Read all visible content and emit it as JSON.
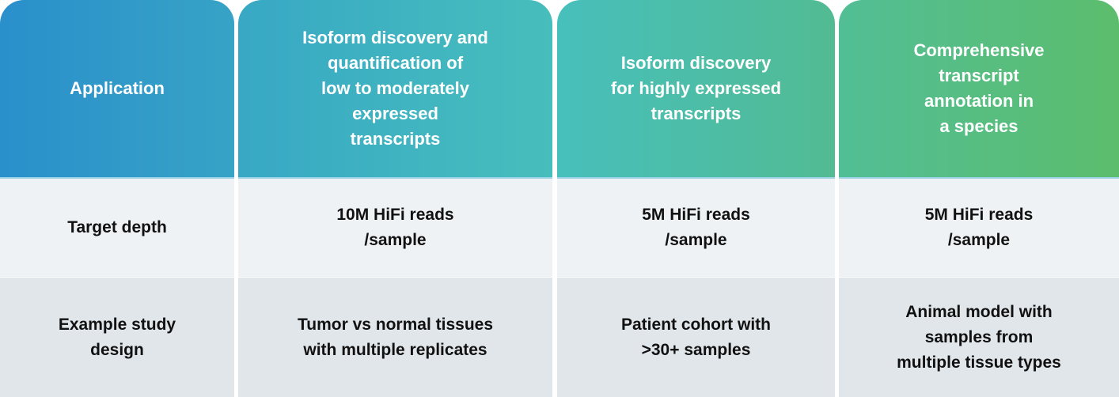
{
  "columns": [
    {
      "header": "Application",
      "gradient": [
        "#2a8fcb",
        "#37a3c6"
      ],
      "target_depth": "Target depth",
      "study_design": "Example study\ndesign"
    },
    {
      "header": "Isoform discovery and\nquantification of\nlow to moderately\nexpressed\ntranscripts",
      "gradient": [
        "#38a8c5",
        "#47bebc"
      ],
      "target_depth": "10M HiFi reads\n/sample",
      "study_design": "Tumor vs normal tissues\nwith multiple replicates"
    },
    {
      "header": "Isoform discovery\nfor highly expressed\ntranscripts",
      "gradient": [
        "#47bfbb",
        "#52bb93"
      ],
      "target_depth": "5M HiFi reads\n/sample",
      "study_design": "Patient cohort with\n>30+ samples"
    },
    {
      "header": "Comprehensive\ntranscript\nannotation in\na species",
      "gradient": [
        "#52be95",
        "#5cbd6d"
      ],
      "target_depth": "5M HiFi reads\n/sample",
      "study_design": "Animal model with\nsamples from\nmultiple tissue types"
    }
  ],
  "colors": {
    "row_target_depth_bg": "#eef2f5",
    "row_study_design_bg": "#e1e6ea",
    "header_text": "#ffffff",
    "body_text": "#111111"
  }
}
